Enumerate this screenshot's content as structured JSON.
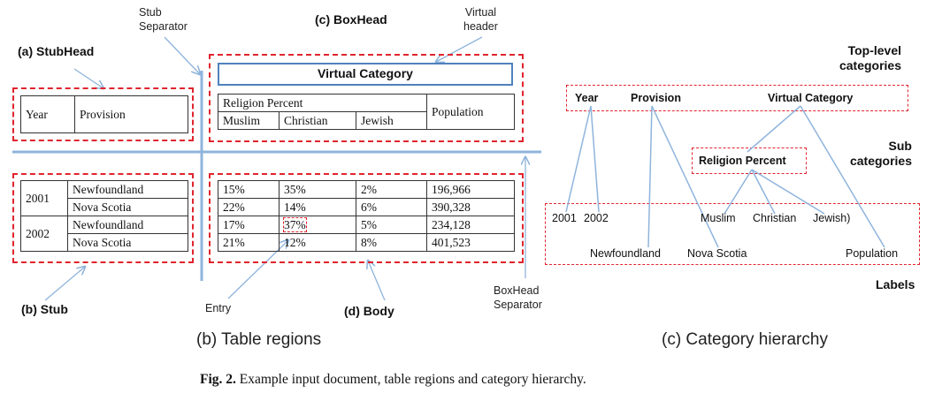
{
  "annotations": {
    "stub_separator": [
      "Stub",
      "Separator"
    ],
    "boxhead": "(c) BoxHead",
    "virtual_header": [
      "Virtual",
      "header"
    ],
    "stubhead": "(a) StubHead",
    "stub": "(b) Stub",
    "entry": "Entry",
    "body": "(d) Body",
    "boxhead_separator": [
      "BoxHead",
      "Separator"
    ]
  },
  "stubhead_table": {
    "year": "Year",
    "provision": "Provision"
  },
  "boxhead_table": {
    "virtual_category": "Virtual Category",
    "religion_percent": "Religion Percent",
    "population": "Population",
    "religions": [
      "Muslim",
      "Christian",
      "Jewish"
    ]
  },
  "stub_table": {
    "groups": [
      {
        "year": "2001",
        "provisions": [
          "Newfoundland",
          "Nova Scotia"
        ]
      },
      {
        "year": "2002",
        "provisions": [
          "Newfoundland",
          "Nova Scotia"
        ]
      }
    ]
  },
  "body_table": {
    "rows": [
      [
        "15%",
        "35%",
        "2%",
        "196,966"
      ],
      [
        "22%",
        "14%",
        "6%",
        "390,328"
      ],
      [
        "17%",
        "37%",
        "5%",
        "234,128"
      ],
      [
        "21%",
        "12%",
        "8%",
        "401,523"
      ]
    ]
  },
  "hierarchy": {
    "top_level_title": [
      "Top-level",
      "categories"
    ],
    "sub_title": [
      "Sub",
      "categories"
    ],
    "labels_title": "Labels",
    "top": [
      "Year",
      "Provision",
      "Virtual Category"
    ],
    "sub": "Religion Percent",
    "labels": {
      "y2001": "2001",
      "y2002": "2002",
      "muslim": "Muslim",
      "christian": "Christian",
      "jewish": "Jewish)",
      "newfoundland": "Newfoundland",
      "nova_scotia": "Nova Scotia",
      "population": "Population"
    }
  },
  "captions": {
    "left": "(b) Table regions",
    "right": "(c) Category hierarchy",
    "figure_label": "Fig. 2.",
    "figure_text": " Example input document, table regions and category hierarchy."
  },
  "colors": {
    "dash_red": "#e0242e",
    "blue": "#4f81bd",
    "line_blue": "#8fb4dc"
  }
}
